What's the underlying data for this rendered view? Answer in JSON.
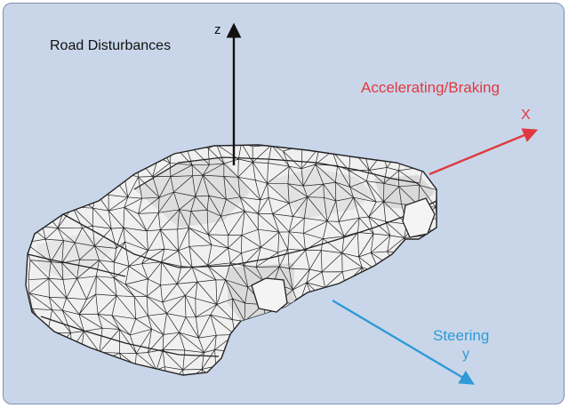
{
  "axes": {
    "z": {
      "axis_letter": "z",
      "label": "Road Disturbances",
      "color": "#111111"
    },
    "x": {
      "axis_letter": "X",
      "label": "Accelerating/Braking",
      "color": "#e0393f"
    },
    "y": {
      "axis_letter": "y",
      "label": "Steering",
      "color": "#2f9ad6"
    }
  },
  "colors": {
    "background": "#c9d6ea",
    "car_fill": "#f0f0f0",
    "car_shade": "#dcdcdc",
    "mesh_line": "#222222"
  }
}
